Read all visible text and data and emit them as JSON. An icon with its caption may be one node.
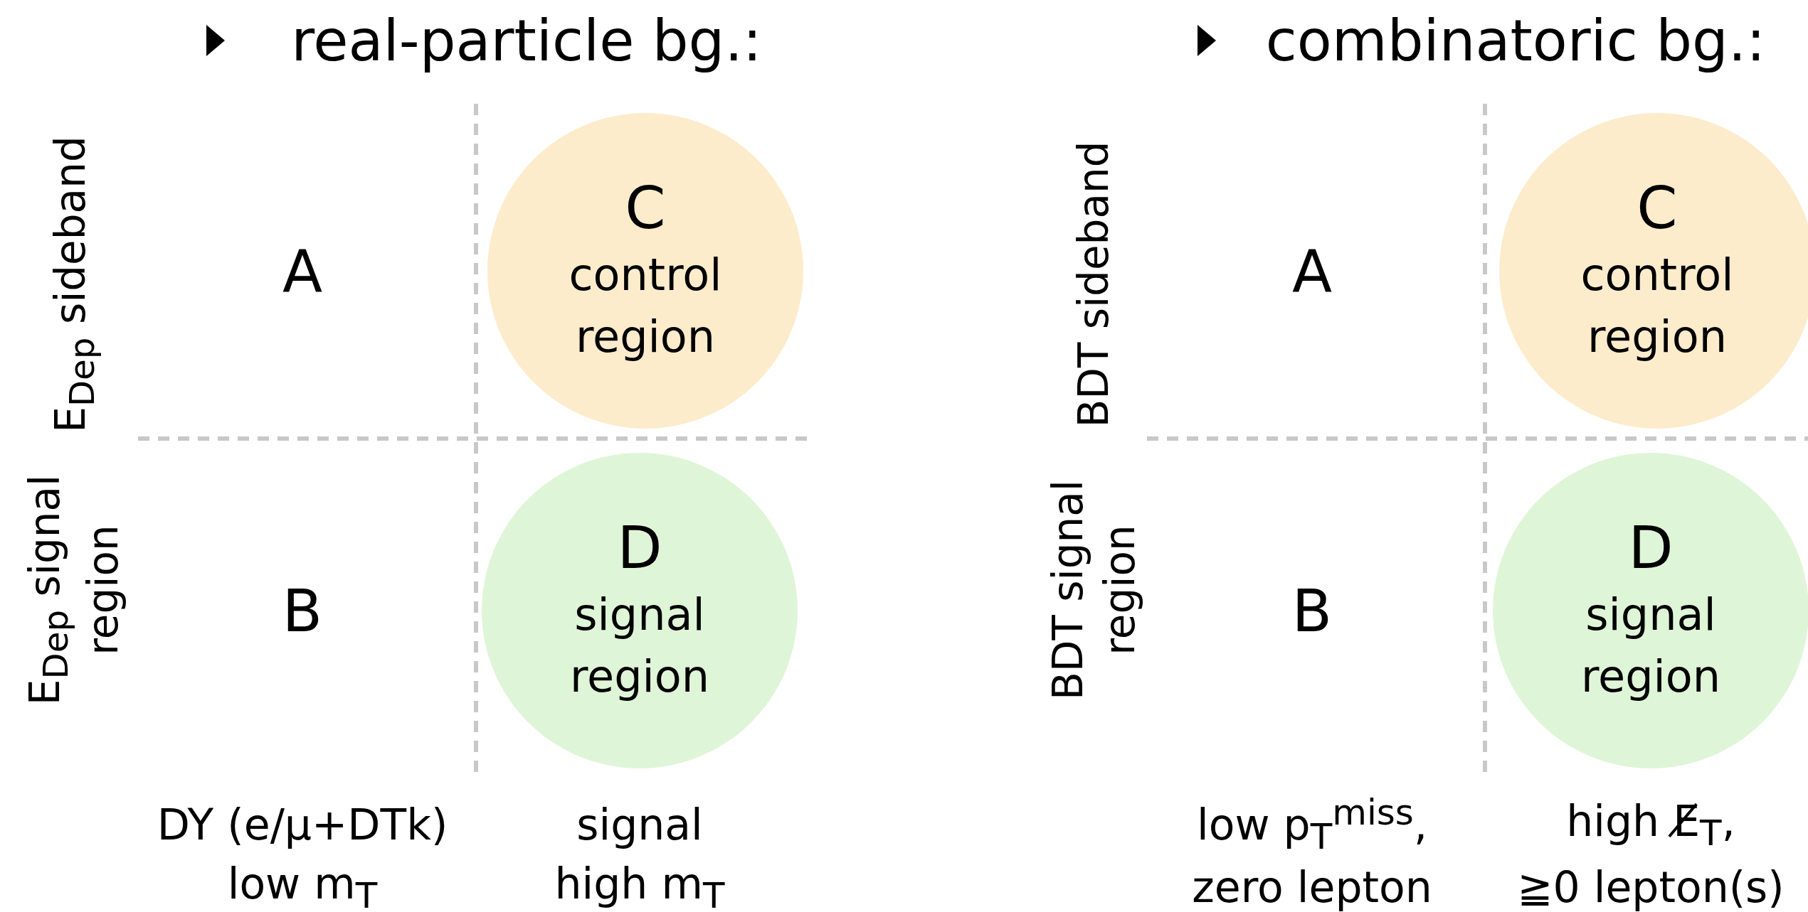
{
  "diagram": {
    "nodes": [
      {
        "text": [
          "C",
          "control region"
        ]
      },
      {
        "text": [
          "D",
          "signal region"
        ]
      },
      {
        "text": [
          "C",
          "control region"
        ]
      },
      {
        "text": [
          "D",
          "signal region"
        ]
      }
    ],
    "labels": [
      "real-particle bg.:",
      "combinatoric bg.:",
      "E$_{Dep}$ sideband",
      "A",
      "BDT sideband",
      "A",
      "E$_{Dep}$ signal region",
      "B",
      "BDT signal region",
      "B",
      "DY (e/μ+DTk)",
      "signal",
      "low p$_{T}$$^{miss}$,",
      "high E̸$_{T}$,",
      "low m$_{T}$",
      "high m$_{T}$",
      "zero lepton",
      "≧0 lepton(s)"
    ]
  }
}
